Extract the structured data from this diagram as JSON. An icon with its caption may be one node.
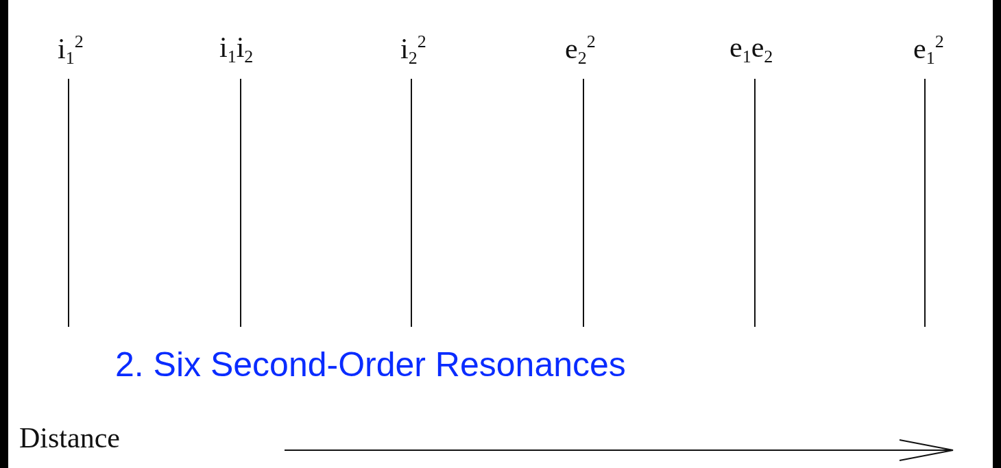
{
  "diagram": {
    "title": "2. Six Second-Order Resonances",
    "labels": [
      "i$_{1}$$^{2}$",
      "i$_{1}$i$_{2}$",
      "i$_{2}$$^{2}$",
      "e$_{2}$$^{2}$",
      "e$_{1}$e$_{2}$",
      "e$_{1}$$^{2}$",
      "Distance"
    ]
  }
}
